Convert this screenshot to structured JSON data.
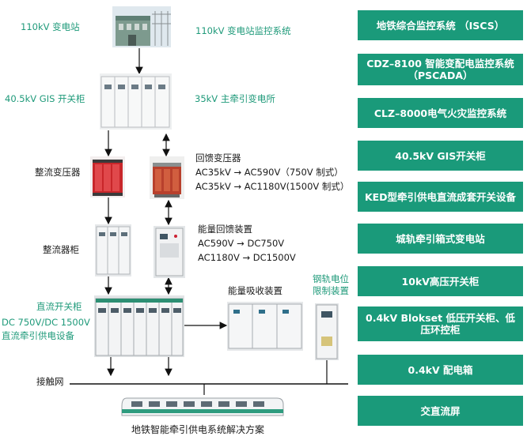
{
  "labels": {
    "substation_110kv": "110kV 变电站",
    "monitor_110kv": "110kV 变电站监控系统",
    "gis_switchgear": "40.5kV GIS 开关柜",
    "traction_35kv": "35kV 主牵引变电所",
    "rectifier_transformer": "整流变压器",
    "feedback_transformer": "回馈变压器",
    "feedback_line1": "AC35kV → AC590V（750V 制式）",
    "feedback_line2": "AC35kV → AC1180V(1500V 制式）",
    "rectifier_cabinet": "整流器柜",
    "energy_feedback": "能量回馈装置",
    "energy_line1": "AC590V → DC750V",
    "energy_line2": "AC1180V → DC1500V",
    "energy_absorb": "能量吸收装置",
    "rail_potential_1": "钢轨电位",
    "rail_potential_2": "限制装置",
    "dc_switchgear_1": "直流开关柜",
    "dc_switchgear_2": "DC 750V/DC 1500V",
    "dc_switchgear_3": "直流牵引供电设备",
    "catenary": "接触网",
    "caption": "地铁智能牵引供电系统解决方案"
  },
  "side_buttons": [
    "地铁综合监控系统 （ISCS）",
    "CDZ–8100 智能变配电监控系统（PSCADA）",
    "CLZ–8000电气火灾监控系统",
    "40.5kV GIS开关柜",
    "KED型牵引供电直流成套开关设备",
    "城轨牵引箱式变电站",
    "10kV高压开关柜",
    "0.4kV Blokset 低压开关柜、低压环控柜",
    "0.4kV 配电箱",
    "交直流屏"
  ],
  "colors": {
    "accent": "#1a9a7a",
    "label_green": "#1f9a7a",
    "transformer_red": "#c8262a"
  }
}
